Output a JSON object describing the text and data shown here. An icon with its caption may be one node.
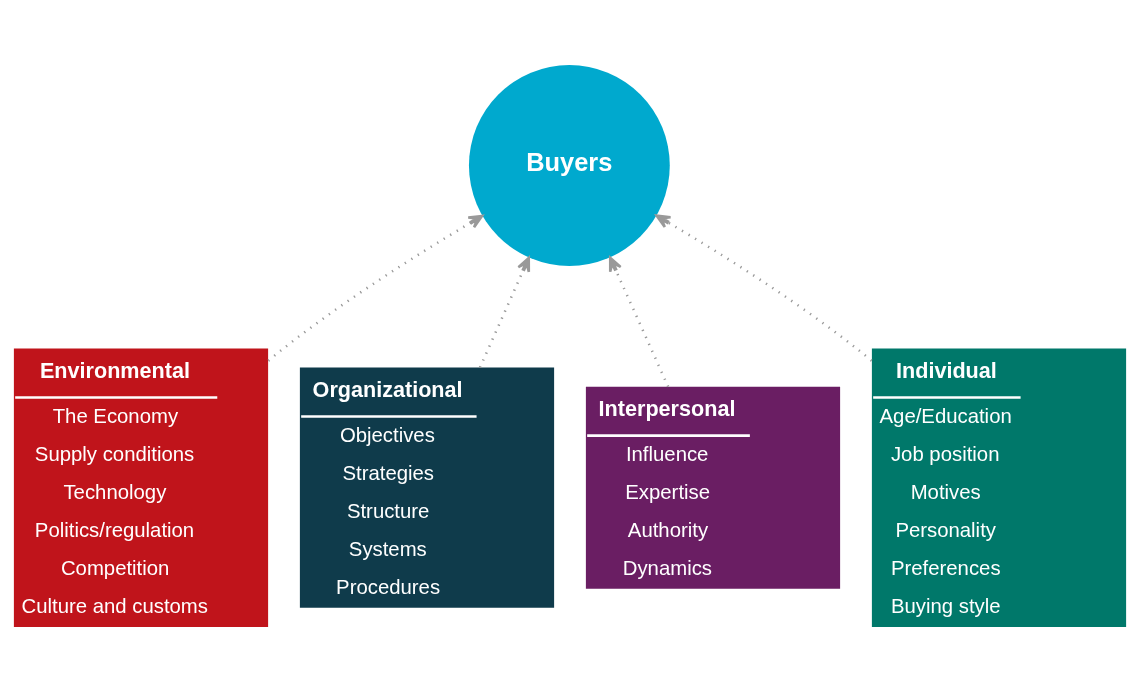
{
  "diagram": {
    "nodes": [
      {
        "text": [
          "Buyers"
        ]
      },
      {
        "text": [
          "Environmental",
          "The Economy",
          "Supply conditions",
          "Technology",
          "Politics/regulation",
          "Competition",
          "Culture and customs"
        ]
      },
      {
        "text": [
          "Organizational",
          "Objectives",
          "Strategies",
          "Structure",
          "Systems",
          "Procedures"
        ]
      },
      {
        "text": [
          "Interpersonal",
          "Influence",
          "Expertise",
          "Authority",
          "Dynamics"
        ]
      },
      {
        "text": [
          "Individual",
          "Age/Education",
          "Job position",
          "Motives",
          "Personality",
          "Preferences",
          "Buying style"
        ]
      }
    ],
    "edges": [
      {
        "from": 1,
        "to": 0,
        "arrow": "to",
        "style": "dashed"
      },
      {
        "from": 2,
        "to": 0,
        "arrow": "to",
        "style": "dashed"
      },
      {
        "from": 3,
        "to": 0,
        "arrow": "to",
        "style": "dashed"
      },
      {
        "from": 4,
        "to": 0,
        "arrow": "to",
        "style": "dashed"
      }
    ]
  }
}
